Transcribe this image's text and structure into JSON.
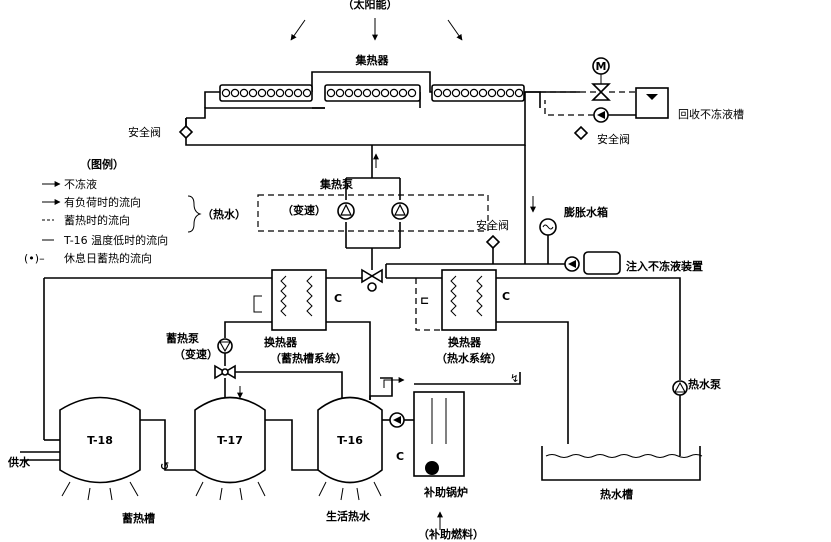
{
  "top_label": "（太阳能）",
  "collector": {
    "label": "集热器"
  },
  "safety_valve_left": "安全阀",
  "safety_valve_right": "安全阀",
  "safety_valve_mid": "安全阀",
  "recovery_tank": "回收不冻液槽",
  "collector_pump": {
    "name": "集热泵",
    "note": "（变速）"
  },
  "expansion_tank": "膨胀水箱",
  "inject_device": "注入不冻液装置",
  "legend": {
    "title": "（图例）",
    "items": [
      "不冻液",
      "有负荷时的流向",
      "蓄热时的流向",
      "T-16 温度低时的流向",
      "休息日蓄热的流向"
    ],
    "bracket_label": "（热水）"
  },
  "heat_exchanger_storage": {
    "name": "换热器",
    "system": "（蓄热槽系统）"
  },
  "heat_exchanger_hot": {
    "name": "换热器",
    "system": "（热水系统）"
  },
  "storage_pump": {
    "name": "蓄热泵",
    "note": "（变速）"
  },
  "hot_water_pump": "热水泵",
  "tanks": {
    "t18": "T-18",
    "t17": "T-17",
    "t16": "T-16"
  },
  "water_supply": "供水",
  "storage_tank_label": "蓄热槽",
  "domestic_hot_water": "生活热水",
  "aux_boiler": "补助锅炉",
  "aux_fuel": "（补助燃料）",
  "hot_water_tank": "热水槽",
  "motor_symbol": "M"
}
